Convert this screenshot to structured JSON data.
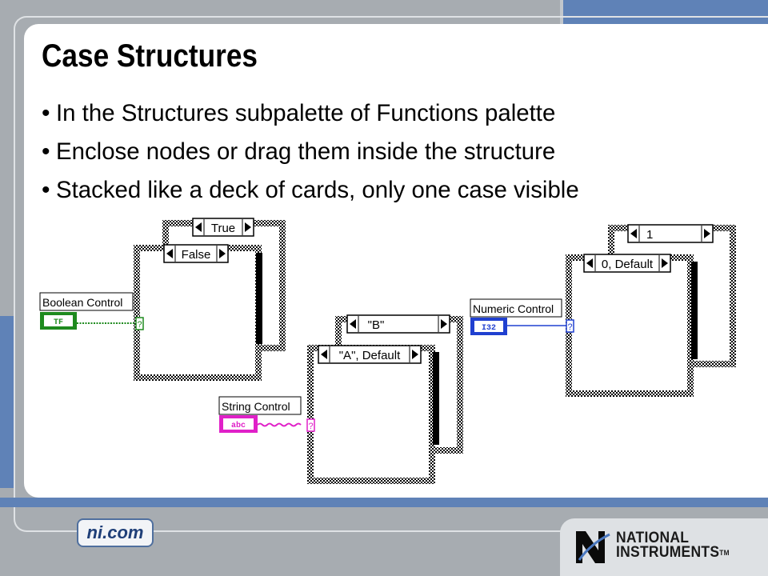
{
  "slide": {
    "title": "Case Structures",
    "bullets": [
      "In the Structures subpalette of Functions palette",
      "Enclose nodes or drag them inside the structure",
      "Stacked like a deck of cards, only one case visible"
    ]
  },
  "diagrams": {
    "boolean": {
      "control_label": "Boolean Control",
      "terminal_text": "TF",
      "back_case": "True",
      "front_case": "False",
      "selector": "?"
    },
    "string": {
      "control_label": "String Control",
      "terminal_text": "abc",
      "back_case": "\"B\"",
      "front_case": "\"A\", Default",
      "selector": "?"
    },
    "numeric": {
      "control_label": "Numeric Control",
      "terminal_text": "I32",
      "back_case": "1",
      "front_case": "0, Default",
      "selector": "?"
    }
  },
  "footer": {
    "site": "ni.com",
    "logo_line1": "NATIONAL",
    "logo_line2": "INSTRUMENTS",
    "logo_tm": "TM"
  },
  "colors": {
    "accent_blue": "#5f82b7",
    "boolean_wire": "#1e8a1e",
    "string_wire": "#e020c8",
    "numeric_wire": "#2040d0"
  }
}
